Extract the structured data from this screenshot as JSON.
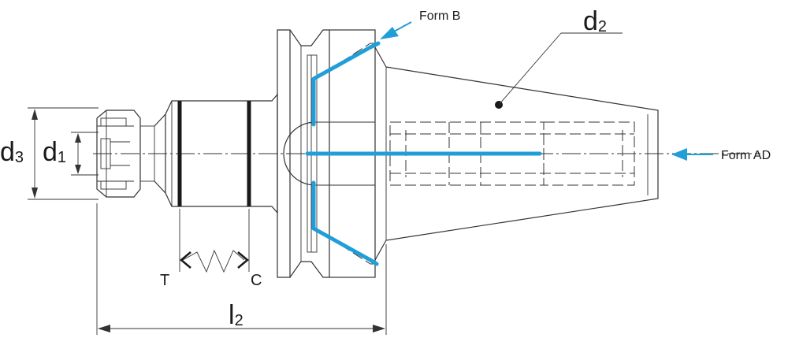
{
  "labels": {
    "d2": {
      "main": "d",
      "sub": "2"
    },
    "d3": {
      "main": "d",
      "sub": "3"
    },
    "d1": {
      "main": "d",
      "sub": "1"
    },
    "l2": {
      "main": "l",
      "sub": "2"
    },
    "form_b": "Form B",
    "form_ad": "Form AD",
    "t": "T",
    "c": "C"
  },
  "colors": {
    "accent": "#1f9ed8",
    "line": "#333333"
  },
  "icons": [
    "arrow-form-b-icon",
    "arrow-form-ad-icon",
    "spring-icon"
  ]
}
